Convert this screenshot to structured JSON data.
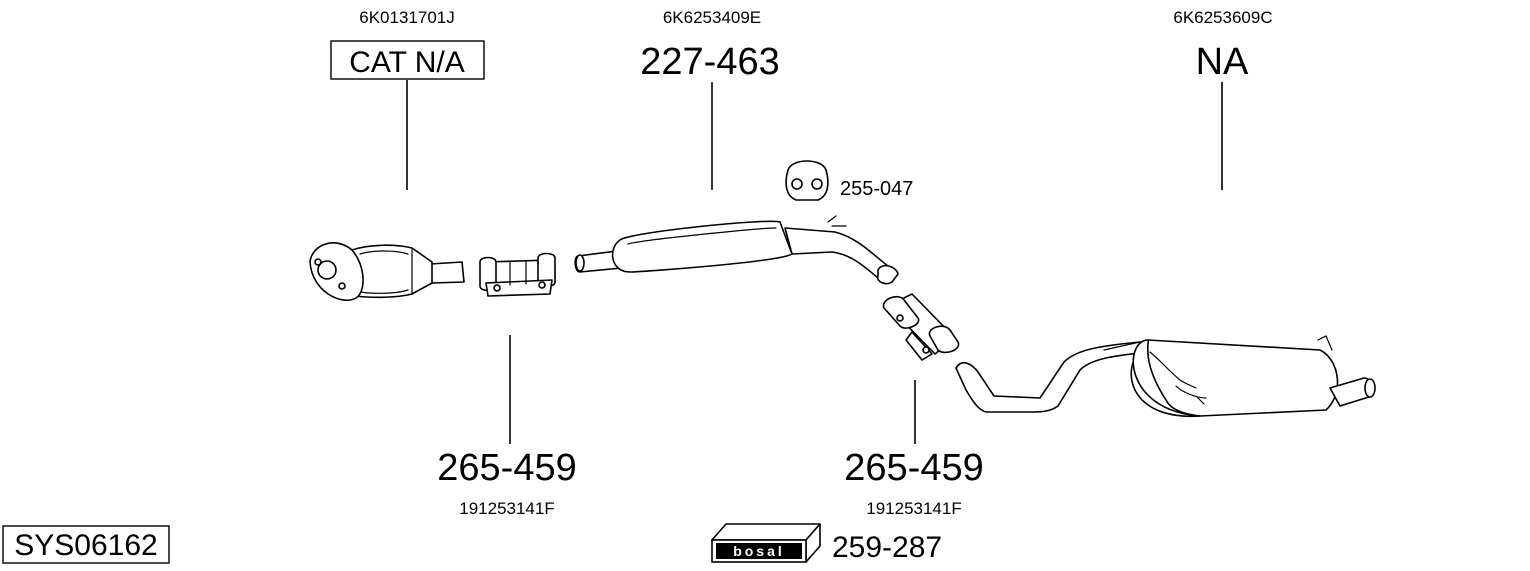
{
  "diagram": {
    "system_code": "SYS06162",
    "callouts": [
      {
        "id": "catalyst",
        "oem": "6K0131701J",
        "part": "CAT N/A",
        "boxed": true
      },
      {
        "id": "middle-silencer",
        "oem": "6K6253409E",
        "part": "227-463",
        "boxed": false
      },
      {
        "id": "rear-silencer",
        "oem": "6K6253609C",
        "part": "NA",
        "boxed": false
      },
      {
        "id": "clamp-1",
        "oem": "191253141F",
        "part": "265-459",
        "boxed": false
      },
      {
        "id": "clamp-2",
        "oem": "191253141F",
        "part": "265-459",
        "boxed": false
      }
    ],
    "hardware": {
      "hanger_part": "255-047",
      "kit_part": "259-287"
    },
    "brand": "bosal"
  }
}
